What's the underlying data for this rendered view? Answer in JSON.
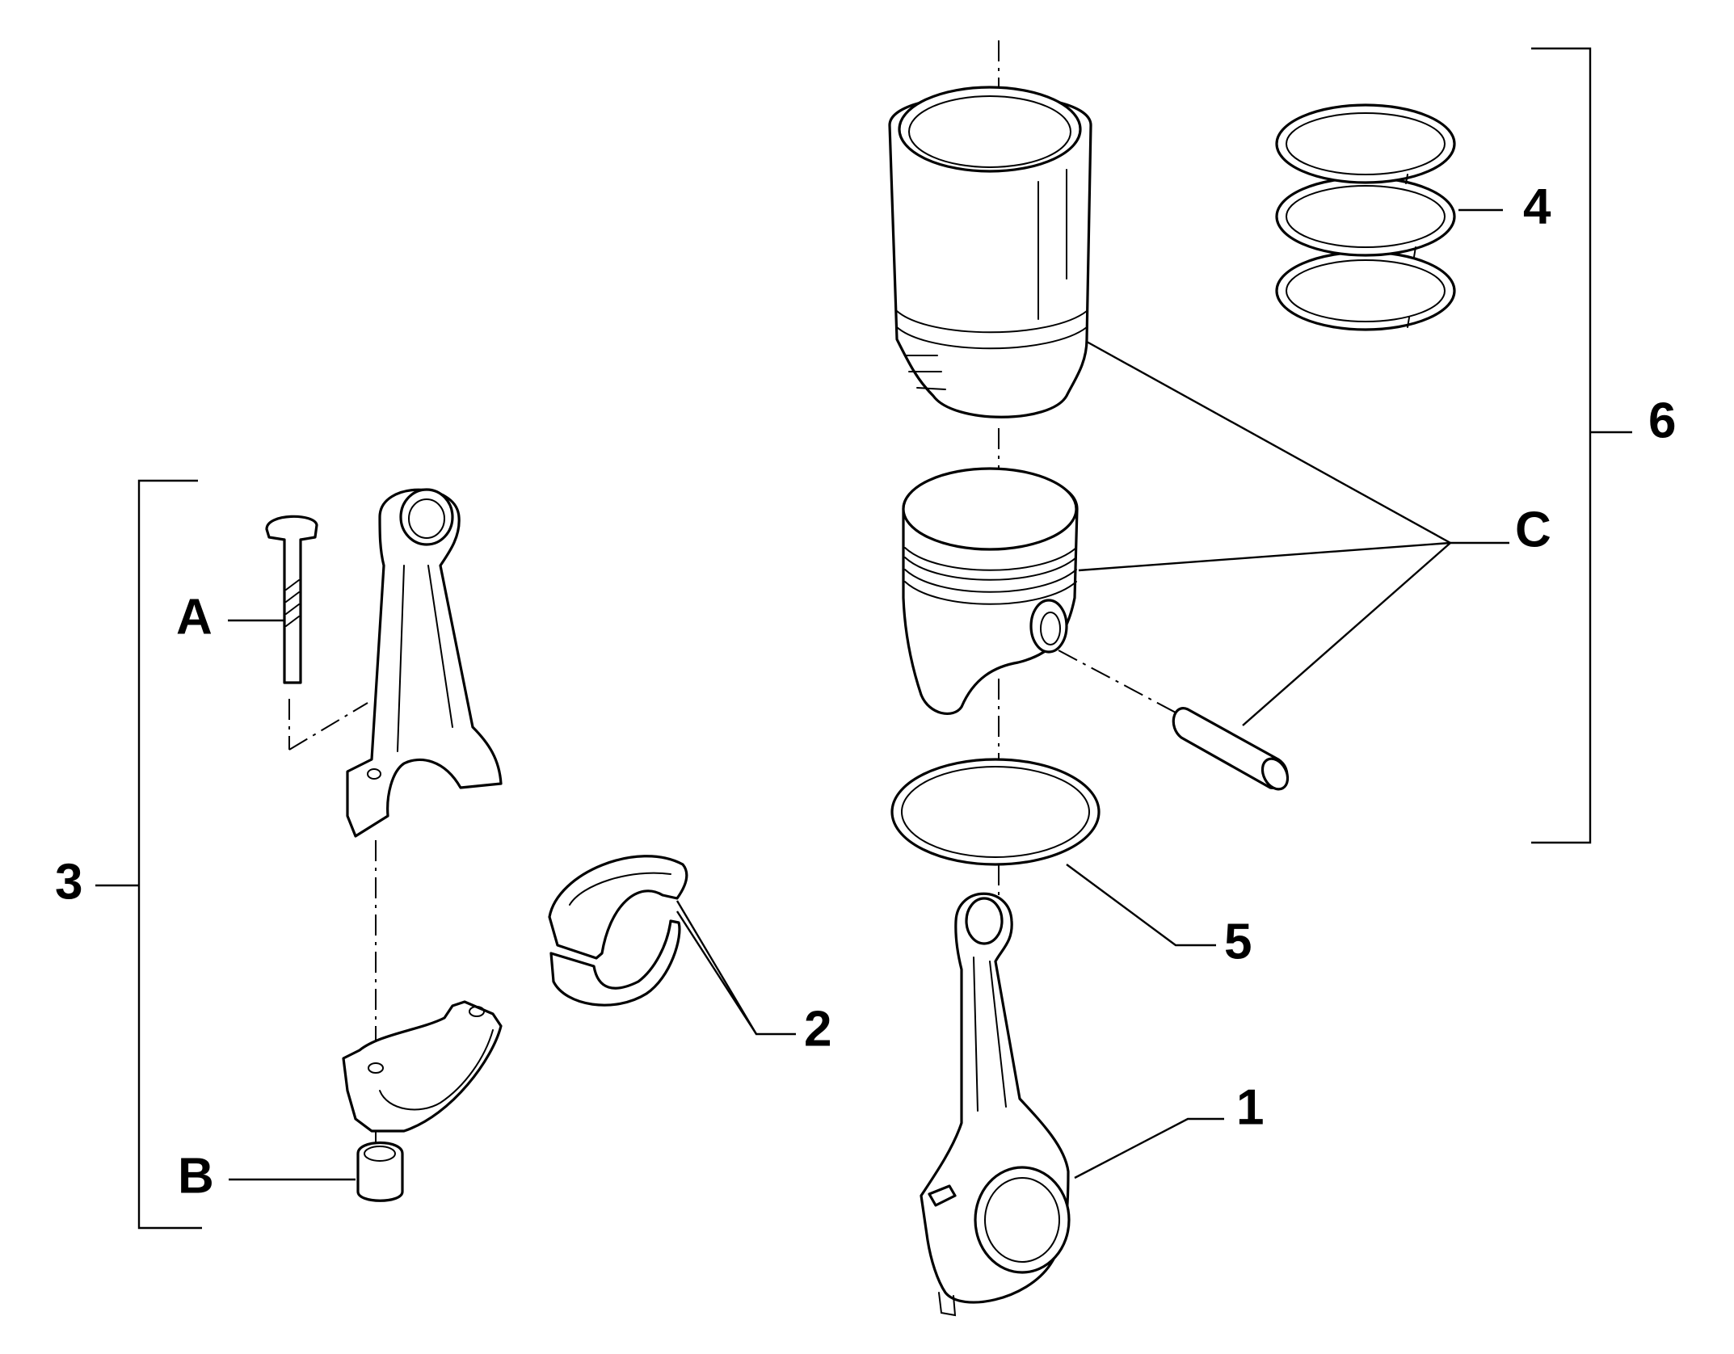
{
  "callouts": {
    "one": "1",
    "two": "2",
    "three": "3",
    "four": "4",
    "five": "5",
    "six": "6",
    "a": "A",
    "b": "B",
    "c": "C"
  },
  "colors": {
    "line": "#000000",
    "background": "#ffffff"
  }
}
